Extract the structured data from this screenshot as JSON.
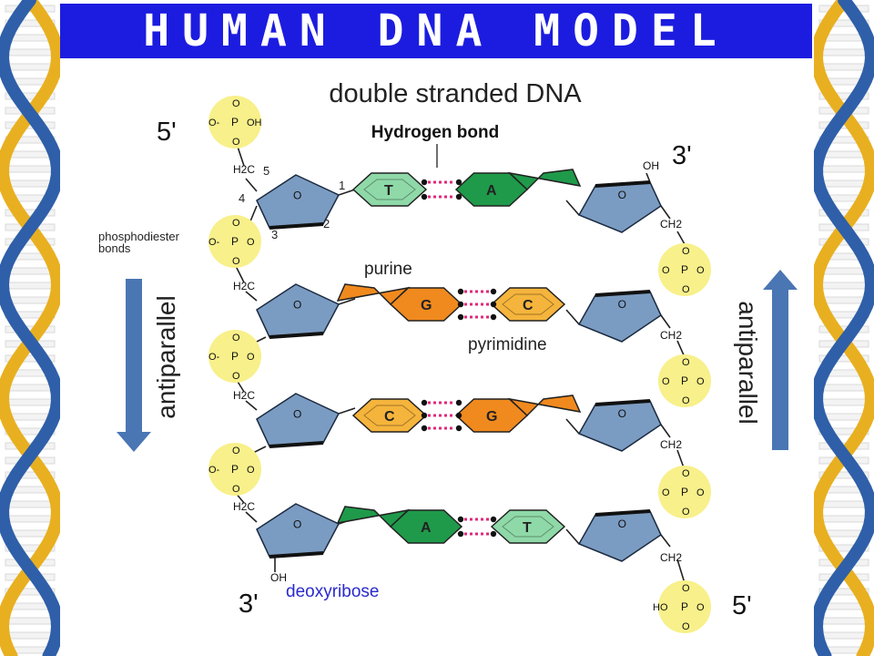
{
  "title": "HUMAN DNA MODEL",
  "labels": {
    "heading": "double stranded DNA",
    "hydrogen_bond": "Hydrogen bond",
    "prime5_top": "5'",
    "prime3_top": "3'",
    "prime3_bottom": "3'",
    "prime5_bottom": "5'",
    "phosphodiester_1": "phosphodiester",
    "phosphodiester_2": "bonds",
    "purine": "purine",
    "pyrimidine": "pyrimidine",
    "deoxyribose": "deoxyribose",
    "antiparallel_left": "antiparallel",
    "antiparallel_right": "antiparallel",
    "oh_top": "OH",
    "oh_bottom": "OH",
    "carbon_1": "1",
    "carbon_2": "2",
    "carbon_3": "3",
    "carbon_4": "4",
    "carbon_5": "5"
  },
  "chem": {
    "P": "P",
    "O": "O",
    "O_minus": "O-",
    "OH": "OH",
    "HO": "HO",
    "H2C": "H2C",
    "CH2": "CH2"
  },
  "base_pairs": [
    {
      "left": "T",
      "right": "A"
    },
    {
      "left": "G",
      "right": "C"
    },
    {
      "left": "C",
      "right": "G"
    },
    {
      "left": "A",
      "right": "T"
    }
  ],
  "colors": {
    "title_bg": "#1c1ce0",
    "purine_G": "#f08a1e",
    "pyrimidine_C": "#f5b43c",
    "adenine": "#1f9a4a",
    "thymine": "#8fd9a8",
    "sugar": "#7b9cc2",
    "phosphate": "#f8f08a",
    "arrow": "#4a76b4",
    "helix_gold": "#e8b020",
    "helix_blue": "#2f5fa8"
  }
}
